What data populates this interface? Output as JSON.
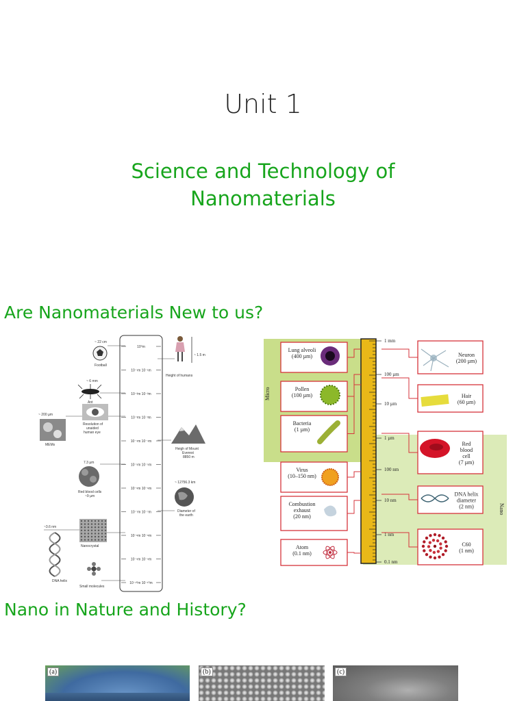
{
  "slide": {
    "title": "Unit 1",
    "subtitle_line1": "Science and Technology of",
    "subtitle_line2": "Nanomaterials",
    "heading1": "Are Nanomaterials New to us?",
    "heading2": "Nano in Nature and History?"
  },
  "left_figure": {
    "column_labels": [
      "10⁰m",
      "10⁻¹m 10⁻¹m",
      "10⁻²m 10⁻²m",
      "10⁻³m 10⁻³m",
      "10⁻⁴m 10⁻⁴m",
      "10⁻⁵m 10⁻⁵m",
      "10⁻⁶m 10⁻⁶m",
      "10⁻⁷m 10⁻⁷m",
      "10⁻⁸m 10⁻⁸m",
      "10⁻⁹m 10⁻⁹m",
      "10⁻¹⁰m 10⁻¹⁰m"
    ],
    "items": {
      "football_size": "~ 22 cm",
      "football": "Football",
      "human_size": "~ 1.5 m",
      "human": "Height of humans",
      "ant_size": "~ 6 mm",
      "ant": "Ant",
      "eye1": "Resolution of",
      "eye2": "unaided",
      "eye3": "human eye",
      "mems_size": "~ 200 µm",
      "mems": "MEMs",
      "everest1": "Heigh of Mount",
      "everest2": "Everest",
      "everest3": "8850 m",
      "rbc_size": "7.3 µm",
      "rbc1": "Red blood cells",
      "rbc2": "~9 µm",
      "earth_size": "~ 12756.3 km",
      "earth1": "Diameter of",
      "earth2": "the earth",
      "dna_size": "~3.6 nm",
      "nanocrystal": "Nanocrystal",
      "dna": "DNA helix",
      "molecules": "Small molecules"
    }
  },
  "right_figure": {
    "micro_label": "Micro",
    "nano_label": "Nano",
    "ruler_marks": [
      "1 mm",
      "100 µm",
      "10 µm",
      "1 µm",
      "100 nm",
      "10 nm",
      "1 nm",
      "0.1 nm"
    ],
    "left_boxes": [
      {
        "line1": "Lung alveoli",
        "line2": "(400 µm)"
      },
      {
        "line1": "Pollen",
        "line2": "(100 µm)"
      },
      {
        "line1": "Bacteria",
        "line2": "(1 µm)"
      },
      {
        "line1": "Virus",
        "line2": "(10–150 nm)"
      },
      {
        "line1": "Combustion",
        "line2": "exhaust",
        "line3": "(20 nm)"
      },
      {
        "line1": "Atom",
        "line2": "(0.1 nm)"
      }
    ],
    "right_boxes": [
      {
        "line1": "Neuron",
        "line2": "(200 µm)"
      },
      {
        "line1": "Hair",
        "line2": "(60 µm)"
      },
      {
        "line1": "Red",
        "line2": "blood",
        "line3": "cell",
        "line4": "(7 µm)"
      },
      {
        "line1": "DNA helix",
        "line2": "diameter",
        "line3": "(2 nm)"
      },
      {
        "line1": "C60",
        "line2": "(1 nm)"
      }
    ]
  },
  "photos": [
    {
      "tag": "(a)"
    },
    {
      "tag": "(b)"
    },
    {
      "tag": "(c)"
    }
  ],
  "colors": {
    "heading_green": "#17a51c",
    "box_red": "#d6323a",
    "micro_bg": "#c9de8a",
    "nano_bg": "#dcebb8",
    "ruler_yellow": "#e9b818"
  }
}
